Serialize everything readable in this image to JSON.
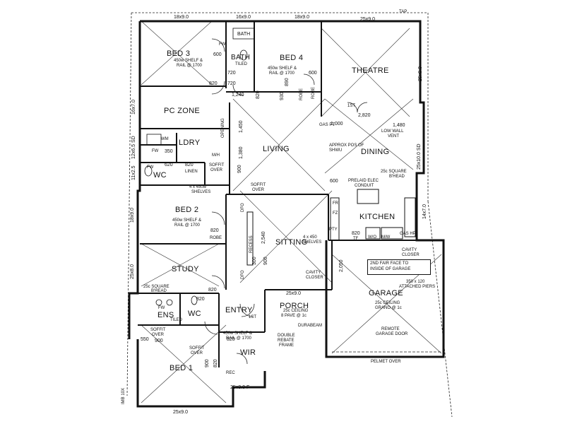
{
  "rooms": {
    "bed3": "BED 3",
    "bath_top": "BATH",
    "bath": "BATH",
    "bed4": "BED 4",
    "theatre": "THEATRE",
    "pc_zone": "PC ZONE",
    "ldry": "LDRY",
    "wc_left": "WC",
    "living": "LIVING",
    "dining": "DINING",
    "bed2": "BED 2",
    "kitchen": "KITCHEN",
    "sitting": "SITTING",
    "study": "STUDY",
    "garage": "GARAGE",
    "ens": "ENS",
    "wc_ens": "WC",
    "entry": "ENTRY",
    "porch": "PORCH",
    "wir": "WIR",
    "bed1": "BED 1"
  },
  "dimensions": {
    "top_1": "18x9.0",
    "top_2": "16x9.0",
    "top_3": "18x9.0",
    "top_4": "25x9.0",
    "tap": "TAP",
    "right_1": "25x9.0",
    "right_2": "25x10.0 SD",
    "right_3": "14x7.0",
    "left_1": "16x7.0",
    "left_2": "12x6.5 SD",
    "left_3": "11x2.5",
    "left_4": "18x9.0",
    "left_5": "25x8.0",
    "bottom_1": "25x9.0",
    "bottom_2": "25x3.0 F",
    "porch_top": "25x9.0",
    "bottom_left": "IMB 10X"
  },
  "measurements": {
    "m600_bed3": "600",
    "m720_a": "720",
    "m720_b": "720",
    "m820_bed3": "820",
    "m1240": "1,240",
    "m820_bath": "820",
    "m930": "930",
    "m890": "890",
    "m600_bed4": "600",
    "m2820": "2,820",
    "m1000": "1,000",
    "m1480": "1,480",
    "m1380": "1,380",
    "m1450": "1,450",
    "m350": "350",
    "m620": "620",
    "m820_ldry": "820",
    "m900_living": "900",
    "m600_kitchen": "600",
    "m820_bed2": "820",
    "m2540": "2,540",
    "m900_sit": "900",
    "m300_sit": "300",
    "m820_kit": "820",
    "m2050": "2,050",
    "m820_study": "820",
    "m820_ens": "820",
    "m550": "550",
    "m900_ens": "900",
    "m820_wir": "820",
    "m820_bed1": "820",
    "m900_bed1": "900"
  },
  "notes": {
    "fw_bath": "FW",
    "shelf_bed3": "450w SHELF &",
    "rail_bed3": "RAIL @ 1700",
    "tiled_bath": "TILED",
    "shelf_bed4": "450w SHELF &",
    "rail_bed4": "RAIL @ 1700",
    "robe_bed4": "ROBE",
    "robe_bed4b": "ROBE",
    "st": "1ST",
    "gas_pt": "GAS PT",
    "low_wall": "LOW WALL",
    "vent": "VENT",
    "opening": "OPENING",
    "shwu": "APPROX POS OF SHWU",
    "wm": "WM",
    "fw_ldry": "FW",
    "mh": "M/H",
    "fw_wc": "FW",
    "linen": "LINEN",
    "soffit_over_1": "SOFFIT",
    "soffit_over_1b": "OVER",
    "shelves_4x450": "4 x 450w",
    "shelves_word": "SHELVES",
    "soffit_over_2": "SOFFIT",
    "soffit_over_2b": "OVER",
    "bhead_25c": "25c SQUARE",
    "bhead_word": "B'HEAD",
    "prelaid_elec": "PRELAID ELEC",
    "conduit": "CONDUIT",
    "fr": "FR",
    "fz": "FZ",
    "pty": "PTY",
    "tf": "TF",
    "wo": "W/O",
    "mw": "M/W",
    "gas_hp": "GAS HP",
    "dfo_1": "DFO",
    "dfo_2": "DFO",
    "shelf_bed2": "450w SHELF &",
    "rail_bed2": "RAIL @ 1700",
    "robe_bed2": "ROBE",
    "recess": "RECESS",
    "sitting_shelves": "4 x 450",
    "sitting_shelves_b": "SHELVES",
    "cavity_closer_1": "CAVITY",
    "cavity_closer_1b": "CLOSER",
    "cavity_closer_2": "CAVITY",
    "cavity_closer_2b": "CLOSER",
    "fair_face_1": "2ND FAIR FACE TO",
    "fair_face_2": "INSIDE OF GARAGE",
    "piers_1": "350 x 120",
    "piers_2": "ATTACHED PIERS",
    "garage_ceiling_1": "25c CEILING",
    "garage_ceiling_2": "GRANO @ 1c",
    "remote_1": "REMOTE",
    "remote_2": "GARAGE DOOR",
    "pelmet": "PELMET OVER",
    "study_bhead_1": "25c SQUARE",
    "study_bhead_2": "B'HEAD",
    "fw_ens": "FW",
    "tiled_ens": "TILED",
    "soffit_ens_1": "SOFFIT",
    "soffit_ens_2": "OVER",
    "porch_ceiling_1": "25c CEILING",
    "porch_ceiling_2": "8 PAVE @ 1c",
    "durabeam": "DURABEAM",
    "double_rebate_1": "DOUBLE",
    "double_rebate_2": "REBATE",
    "double_rebate_3": "FRAME",
    "shelf_wir": "450w SHELF &",
    "rail_wir": "RAIL @ 1700",
    "soffit_bed1_1": "SOFFIT",
    "soffit_bed1_2": "OVER",
    "rec": "REC",
    "st_entry": "1ST"
  }
}
